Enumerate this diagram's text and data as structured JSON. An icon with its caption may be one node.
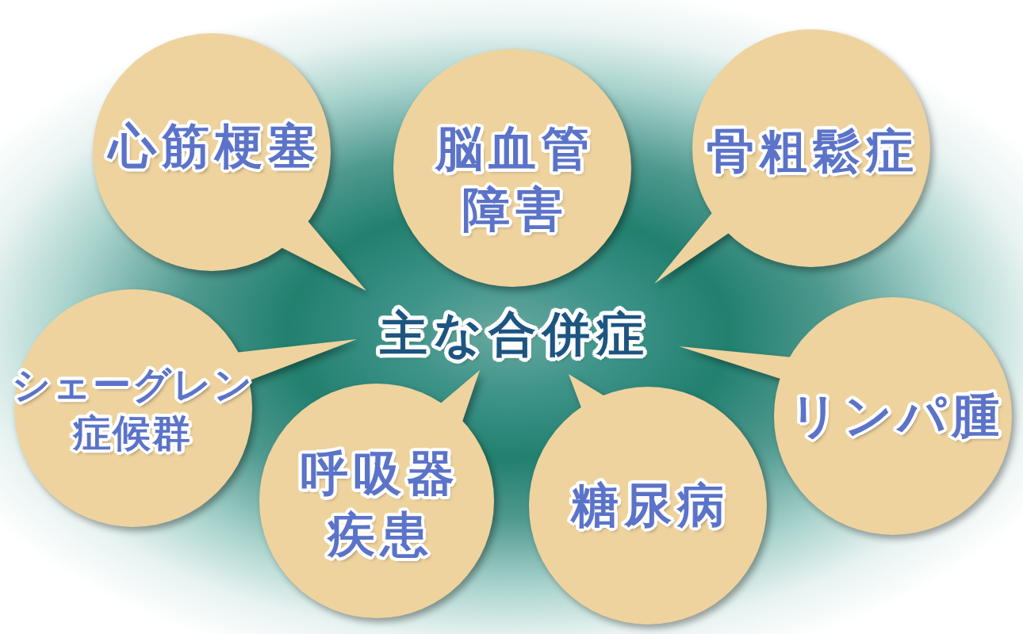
{
  "diagram": {
    "title": "主な合併症",
    "nodes": [
      {
        "text": [
          "心筋梗塞"
        ]
      },
      {
        "text": [
          "脳血管障害"
        ]
      },
      {
        "text": [
          "骨粗鬆症"
        ]
      },
      {
        "text": [
          "シェーグレン症候群"
        ]
      },
      {
        "text": [
          "呼吸器疾患"
        ]
      },
      {
        "text": [
          "糖尿病"
        ]
      },
      {
        "text": [
          "リンパ腫"
        ]
      }
    ]
  }
}
